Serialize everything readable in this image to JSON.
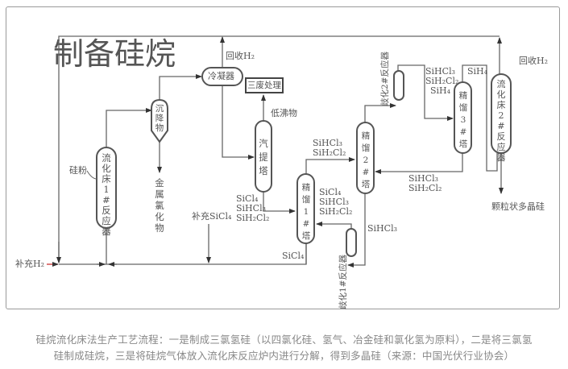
{
  "diagram": {
    "title": "制备硅烷",
    "units": {
      "fb_reactor_1": "流化床1#反应器",
      "settler": "沉降物",
      "condenser": "冷凝器",
      "waste_treatment": "三废处理",
      "stripper": "汽提塔",
      "distill_1": "精馏1#塔",
      "distill_2": "精馏2#塔",
      "distill_3": "精馏3#塔",
      "dispro_1": "歧化1#反应器",
      "dispro_2": "歧化2#反应器",
      "fb_reactor_2": "流化床2#反应器"
    },
    "labels": {
      "silicon_powder": "硅粉",
      "makeup_h2": "补充H₂",
      "makeup_sicl4": "补充SiCl₄",
      "recover_h2_left": "回收H₂",
      "recover_h2_right": "回收H₂",
      "low_boilers": "低沸物",
      "metal_chlorides": "金属氯化物",
      "product": "颗粒状多晶硅",
      "stripper_out": [
        "SiCl₄",
        "SiHCl₃",
        "SiH₂Cl₂"
      ],
      "d1_to_d2": [
        "SiHCl₃",
        "SiH₂Cl₂"
      ],
      "dispro1_out": [
        "SiCl₄",
        "SiHCl₃",
        "SiH₂Cl₂"
      ],
      "d1_bottom": "SiCl₄",
      "d2_bottom": "SiHCl₃",
      "dispro2_out": [
        "SiHCl₃",
        "SiH₂Cl₂",
        "SiH₄"
      ],
      "d3_top": "SiH₄",
      "d3_recycle": [
        "SiHCl₃",
        "SiH₂Cl₂"
      ]
    }
  },
  "caption": {
    "line1": "硅烷流化床法生产工艺流程：一是制成三氯氢硅（以四氯化硅、氢气、冶金硅和氯化氢为原料），二是将三氯氢",
    "line2": "硅制成硅烷，三是将硅烷气体放入流化床反应炉内进行分解，得到多晶硅（来源：中国光伏行业协会）"
  }
}
